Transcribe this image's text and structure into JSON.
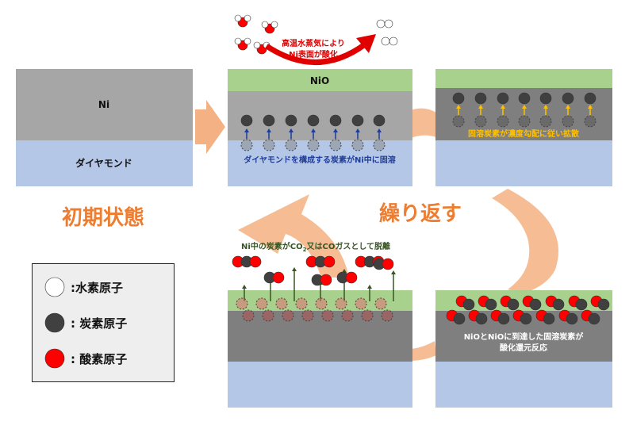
{
  "colors": {
    "ni": "#a6a6a6",
    "ni_dark": "#7f7f7f",
    "diamond": "#b4c7e7",
    "nio": "#a9d18e",
    "arrow_orange": "#f4b183",
    "title_orange": "#ed7d31",
    "hydrogen": "#ffffff",
    "carbon": "#404040",
    "oxygen": "#ff0000",
    "text_blue": "#1f3d99",
    "text_yellow": "#ffc000",
    "text_green": "#375623"
  },
  "initial_state": {
    "title": "初期状態",
    "ni_label": "Ni",
    "diamond_label": "ダイヤモンド"
  },
  "repeat_label": "繰り返す",
  "step1": {
    "nio_label": "NiO",
    "oxidation_text_line1": "高温水蒸気により",
    "oxidation_text_line2": "Ni表面が酸化",
    "dissolve_text": "ダイヤモンドを構成する炭素がNi中に固溶"
  },
  "step2": {
    "diffusion_text": "固溶炭素が濃度勾配に従い拡散"
  },
  "step3": {
    "reaction_line1": "NiOとNiOに到達した固溶炭素が",
    "reaction_line2": "酸化還元反応"
  },
  "step4": {
    "desorb_pre": "Ni中の炭素がCO",
    "desorb_sub": "2",
    "desorb_post": "又はCOガスとして脱離"
  },
  "legend": {
    "items": [
      {
        "label": ":水素原子",
        "icon": "hydrogen-atom"
      },
      {
        "label": ": 炭素原子",
        "icon": "carbon-atom"
      },
      {
        "label": ": 酸素原子",
        "icon": "oxygen-atom"
      }
    ]
  }
}
